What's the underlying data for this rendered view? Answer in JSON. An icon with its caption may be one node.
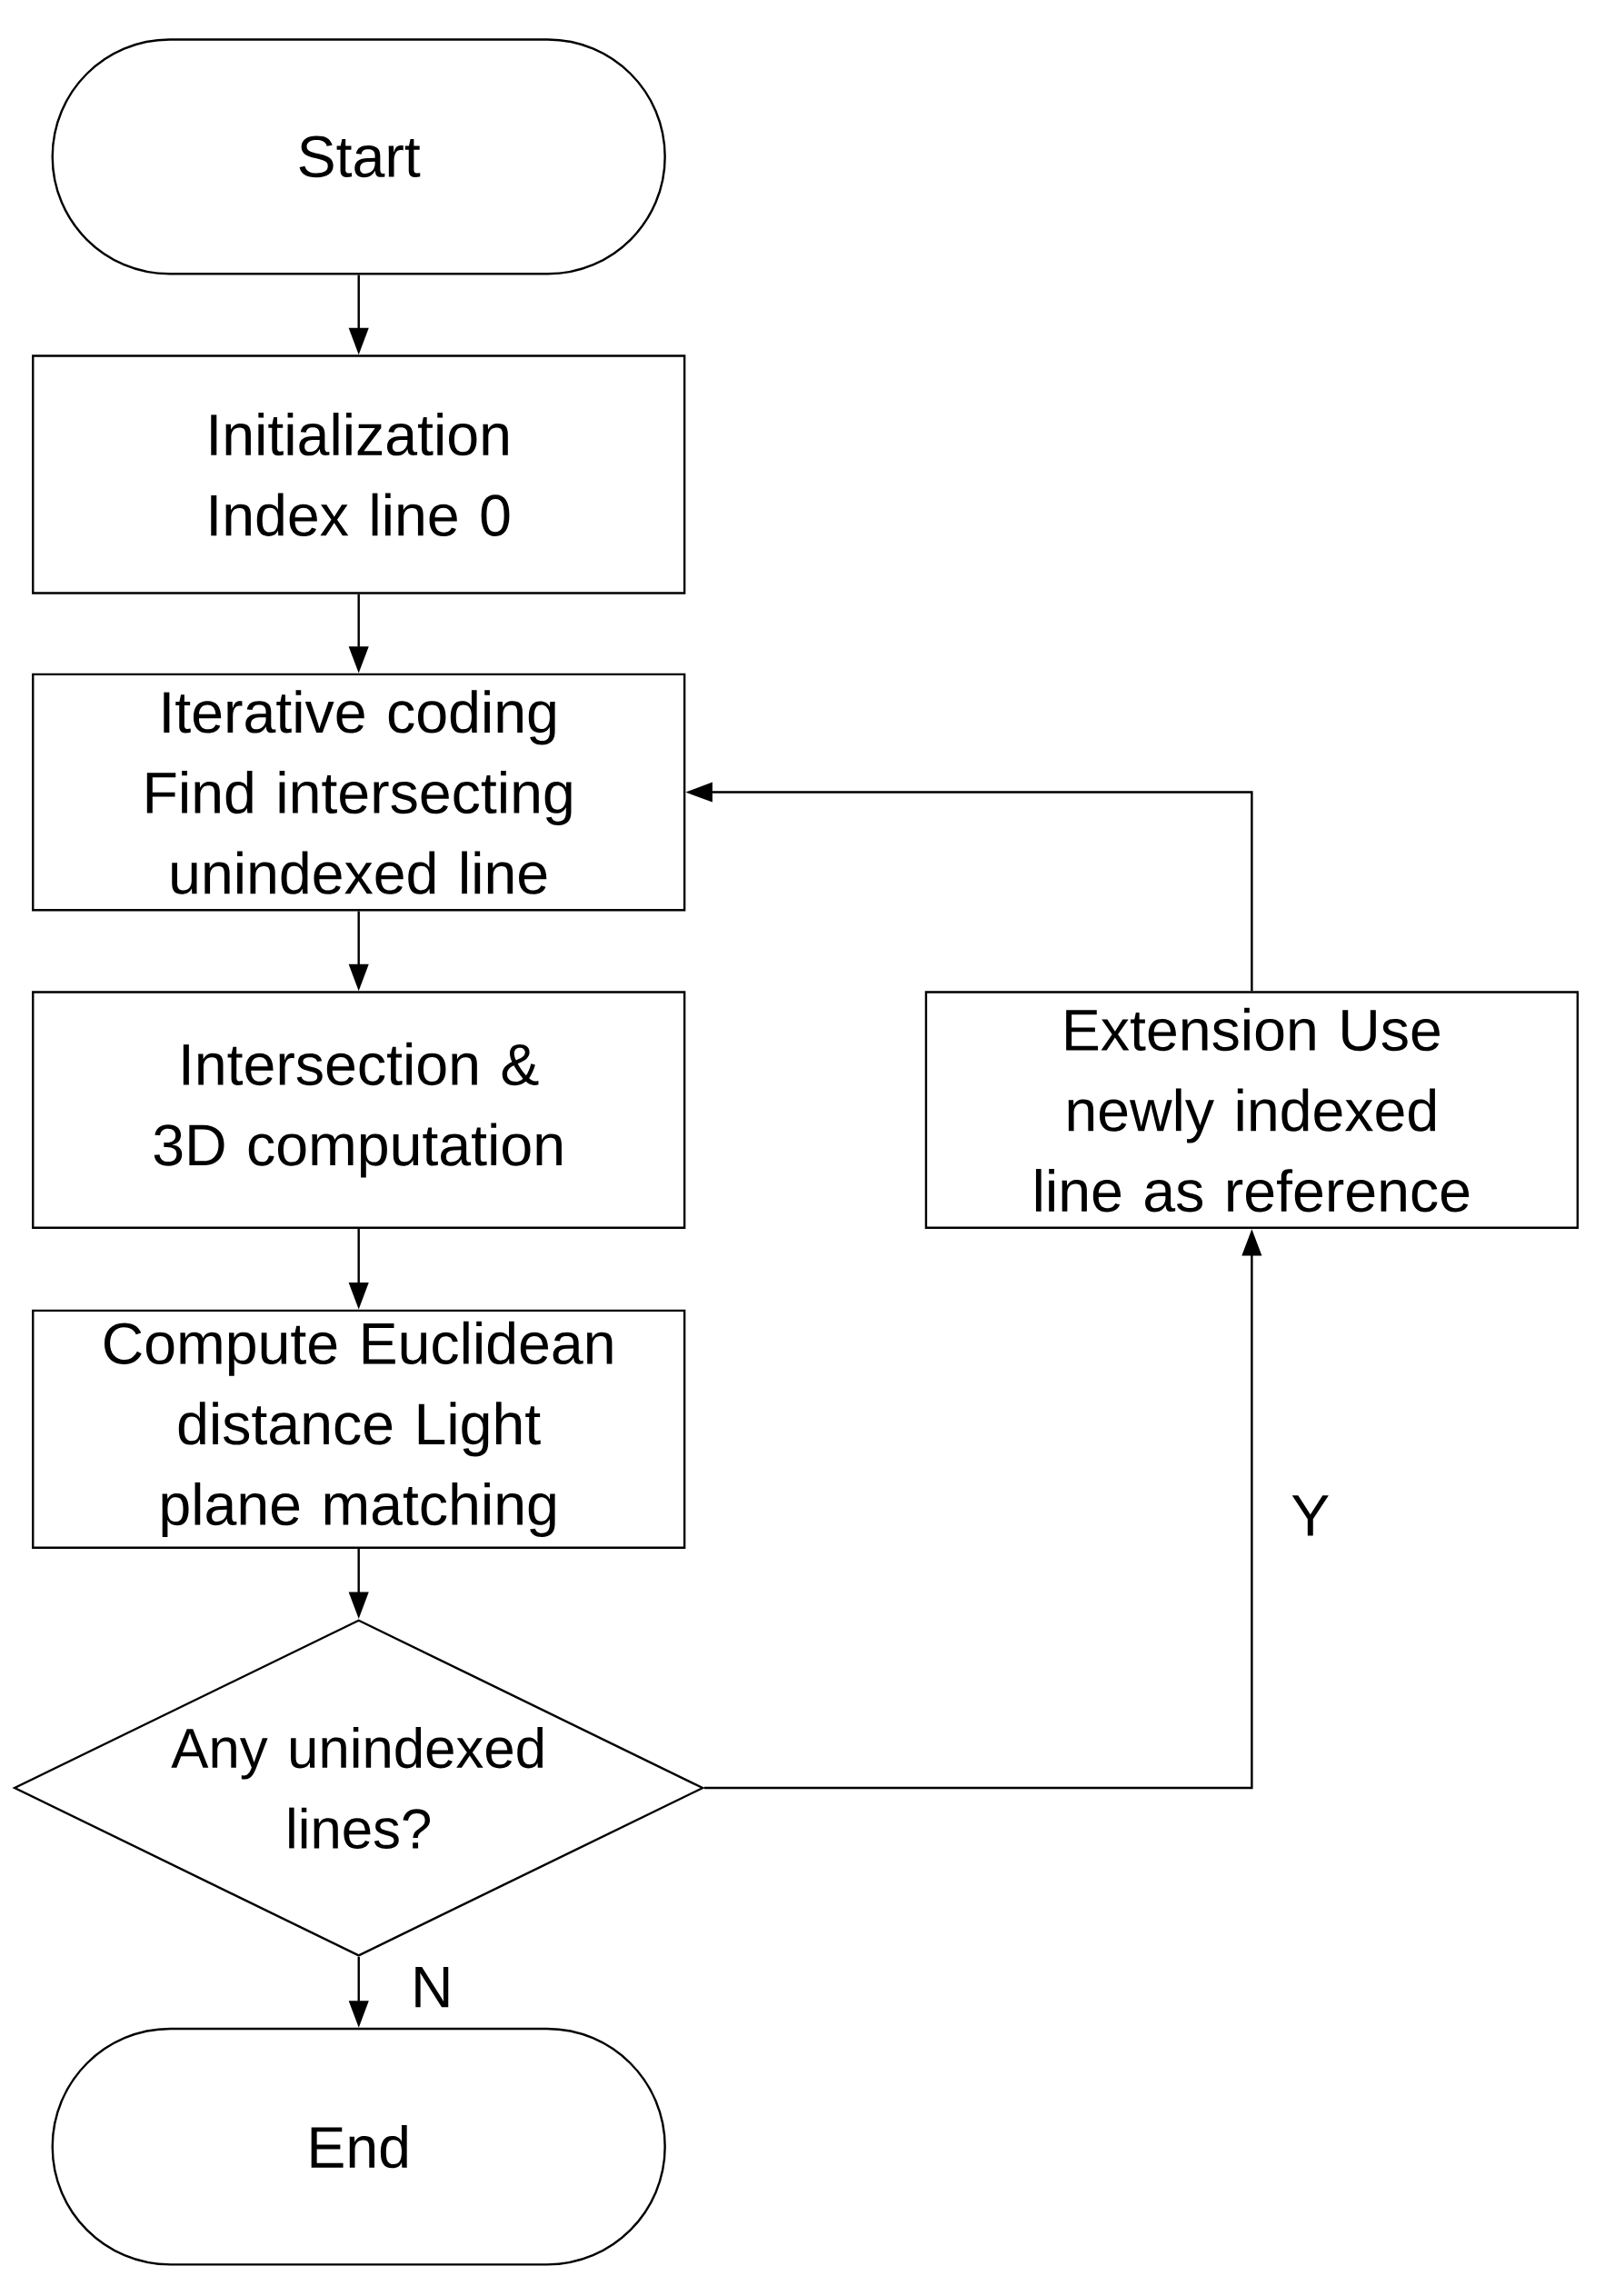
{
  "diagram": {
    "nodes": [
      {
        "text": [
          "Start"
        ]
      },
      {
        "text": [
          "Initialization Index line 0"
        ]
      },
      {
        "text": [
          "Iterative coding Find intersecting unindexed line"
        ]
      },
      {
        "text": [
          "Intersection & 3D computation"
        ]
      },
      {
        "text": [
          "Compute Euclidean distance Light plane matching"
        ]
      },
      {
        "text": [
          "Any unindexed lines?"
        ]
      },
      {
        "text": [
          "End"
        ]
      },
      {
        "text": [
          "Extension Use newly indexed line as reference"
        ]
      }
    ],
    "edges": [
      {
        "from": 0,
        "to": 1,
        "arrow": "to"
      },
      {
        "from": 1,
        "to": 2,
        "arrow": "to"
      },
      {
        "from": 2,
        "to": 3,
        "arrow": "to"
      },
      {
        "from": 3,
        "to": 4,
        "arrow": "to"
      },
      {
        "from": 4,
        "to": 5,
        "arrow": "to"
      },
      {
        "from": 5,
        "to": 6,
        "arrow": "to",
        "label": "N"
      },
      {
        "from": 5,
        "to": 7,
        "arrow": "to",
        "label": "Y"
      },
      {
        "from": 7,
        "to": 2,
        "arrow": "to"
      }
    ]
  }
}
